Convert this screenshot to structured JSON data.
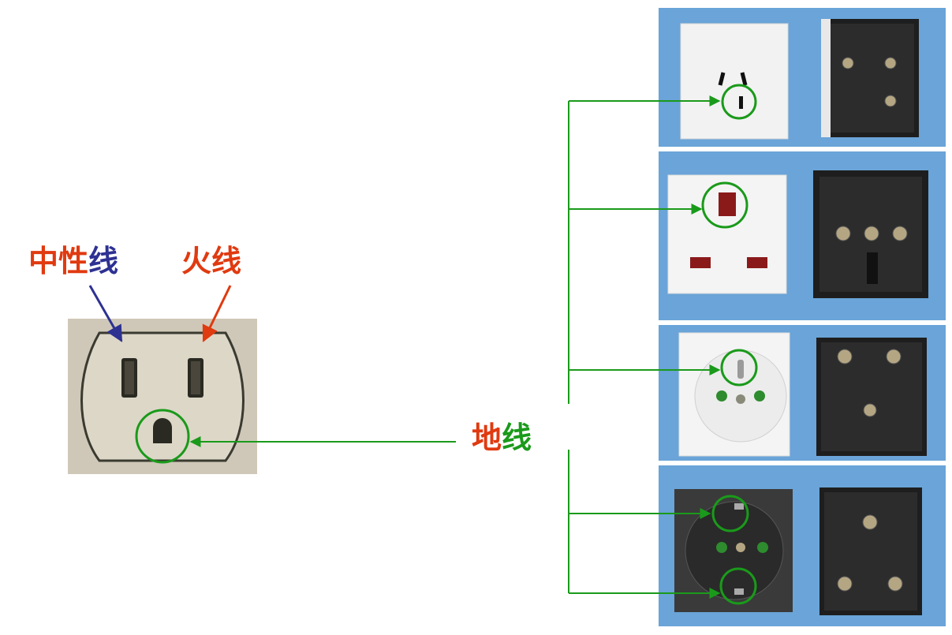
{
  "labels": {
    "neutral": {
      "part1": "中性",
      "part2": "线"
    },
    "live": {
      "part1": "火",
      "part2": "线"
    },
    "ground": {
      "part1": "地",
      "part2": "线"
    }
  },
  "colors": {
    "red_text": "#e03a10",
    "blue_text": "#2e3192",
    "green": "#1a9a1a",
    "photo_bg_blue": "#6aa4d8",
    "outlet_face": "#ddd7c8"
  }
}
